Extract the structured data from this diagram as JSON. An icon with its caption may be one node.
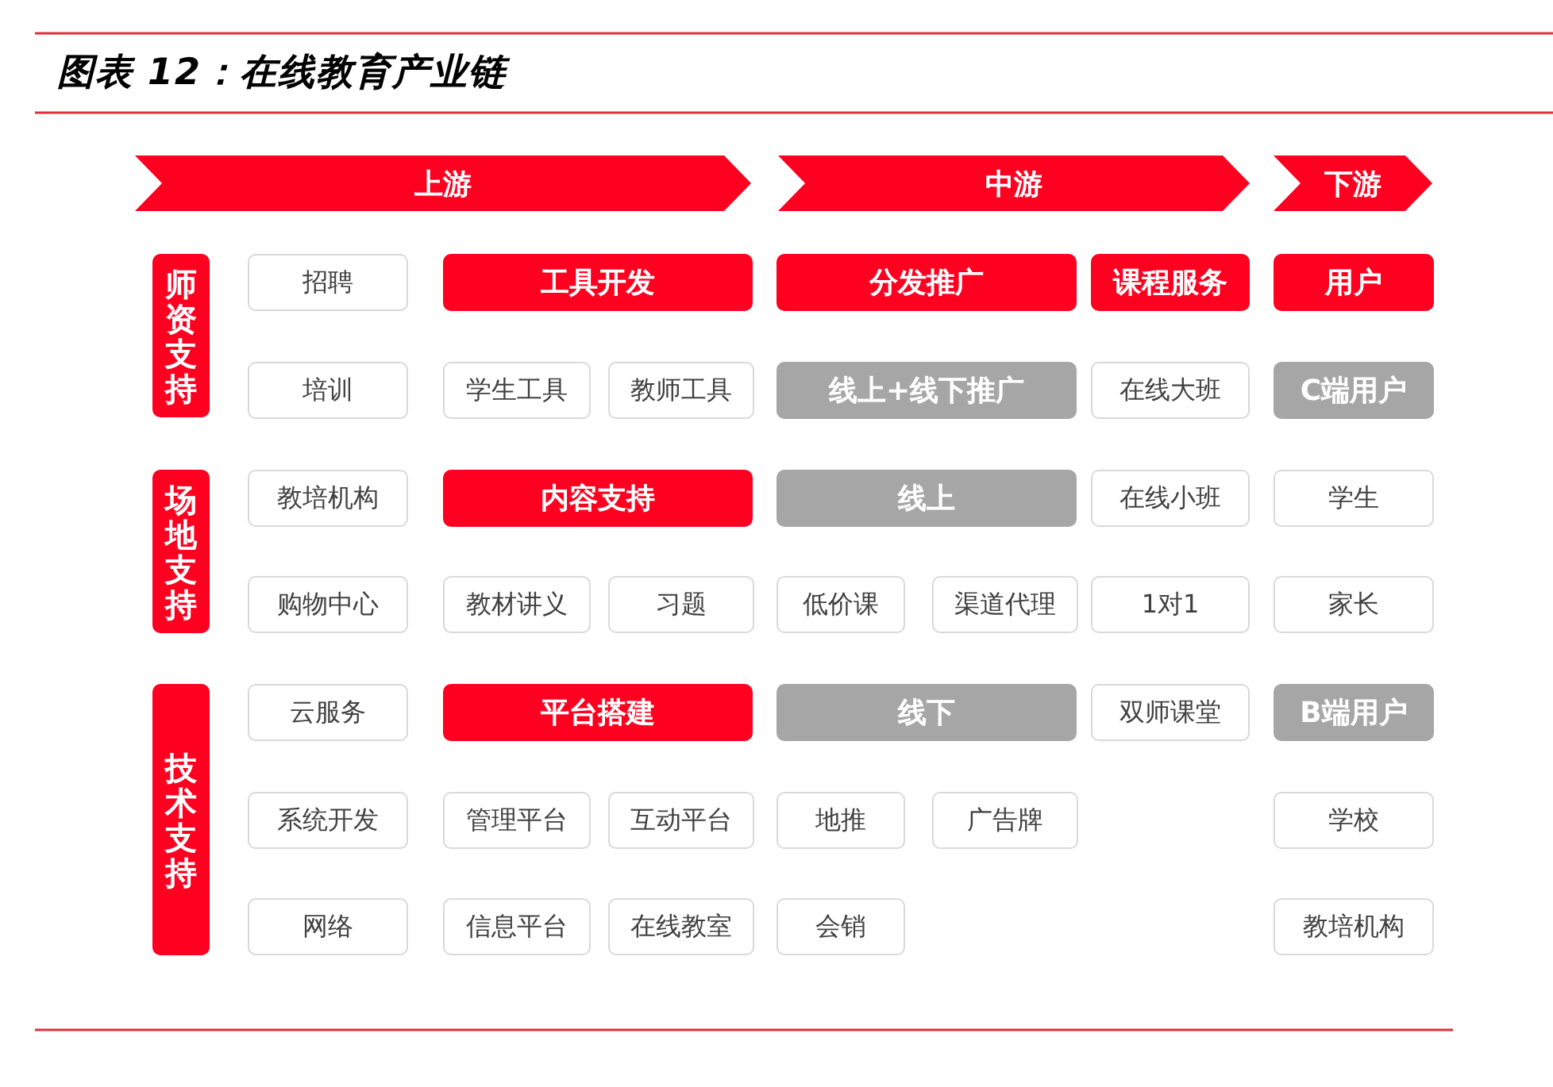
{
  "diagram": {
    "title": "图表 12：在线教育产业链",
    "nodes": [
      {
        "text": [
          "上游"
        ]
      },
      {
        "text": [
          "中游"
        ]
      },
      {
        "text": [
          "下游"
        ]
      },
      {
        "text": [
          "师资支持"
        ]
      },
      {
        "text": [
          "招聘"
        ]
      },
      {
        "text": [
          "工具开发"
        ]
      },
      {
        "text": [
          "分发推广"
        ]
      },
      {
        "text": [
          "课程服务"
        ]
      },
      {
        "text": [
          "用户"
        ]
      },
      {
        "text": [
          "培训"
        ]
      },
      {
        "text": [
          "学生工具"
        ]
      },
      {
        "text": [
          "教师工具"
        ]
      },
      {
        "text": [
          "线上+线下推广"
        ]
      },
      {
        "text": [
          "在线大班"
        ]
      },
      {
        "text": [
          "C端用户"
        ]
      },
      {
        "text": [
          "场地支持"
        ]
      },
      {
        "text": [
          "教培机构"
        ]
      },
      {
        "text": [
          "内容支持"
        ]
      },
      {
        "text": [
          "线上"
        ]
      },
      {
        "text": [
          "在线小班"
        ]
      },
      {
        "text": [
          "学生"
        ]
      },
      {
        "text": [
          "购物中心"
        ]
      },
      {
        "text": [
          "教材讲义"
        ]
      },
      {
        "text": [
          "习题"
        ]
      },
      {
        "text": [
          "低价课"
        ]
      },
      {
        "text": [
          "渠道代理"
        ]
      },
      {
        "text": [
          "1对1"
        ]
      },
      {
        "text": [
          "家长"
        ]
      },
      {
        "text": [
          "技术支持"
        ]
      },
      {
        "text": [
          "云服务"
        ]
      },
      {
        "text": [
          "平台搭建"
        ]
      },
      {
        "text": [
          "线下"
        ]
      },
      {
        "text": [
          "双师课堂"
        ]
      },
      {
        "text": [
          "B端用户"
        ]
      },
      {
        "text": [
          "系统开发"
        ]
      },
      {
        "text": [
          "管理平台"
        ]
      },
      {
        "text": [
          "互动平台"
        ]
      },
      {
        "text": [
          "地推"
        ]
      },
      {
        "text": [
          "广告牌"
        ]
      },
      {
        "text": [
          "学校"
        ]
      },
      {
        "text": [
          "网络"
        ]
      },
      {
        "text": [
          "信息平台"
        ]
      },
      {
        "text": [
          "在线教室"
        ]
      },
      {
        "text": [
          "会销"
        ]
      },
      {
        "text": [
          "教培机构"
        ]
      }
    ]
  }
}
